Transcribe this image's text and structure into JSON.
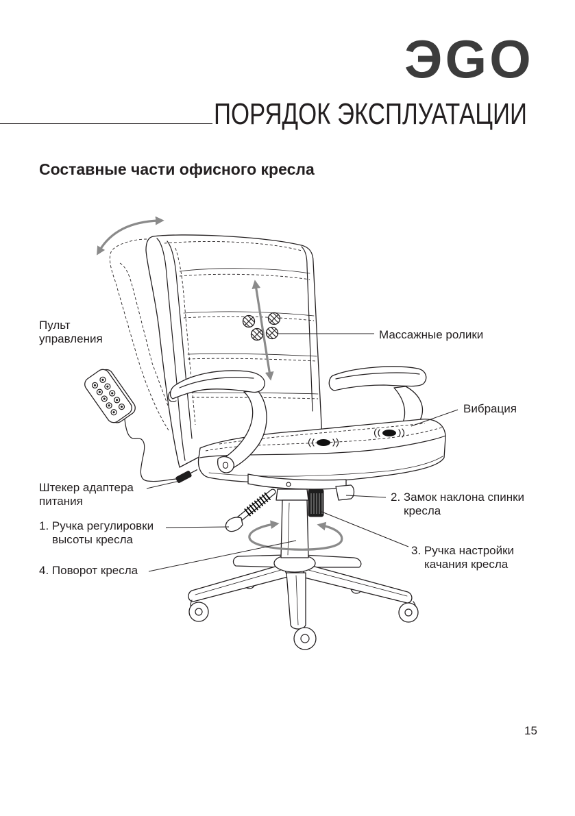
{
  "logo": "ЭGO",
  "title": "ПОРЯДОК ЭКСПЛУАТАЦИИ",
  "section_heading": "Составные части офисного кресла",
  "labels": {
    "remote_control": [
      "Пульт",
      "управления"
    ],
    "massage_rollers": "Массажные ролики",
    "vibration": "Вибрация",
    "power_plug": [
      "Штекер адаптера",
      "питания"
    ],
    "backrest_tilt_lock": [
      "2. Замок наклона спинки",
      "кресла"
    ],
    "height_lever": [
      "1. Ручка регулировки",
      "высоты кресла"
    ],
    "rocking_knob": [
      "3. Ручка настройки",
      "качания кресла"
    ],
    "swivel": "4. Поворот кресла"
  },
  "page_number": "15",
  "colors": {
    "ink": "#231f20",
    "arrow": "#8a8a8a",
    "logo": "#3c3c3c"
  },
  "icons": {
    "remote": "remote-control-icon",
    "roller": "massage-roller-icon",
    "vibration": "vibration-icon"
  }
}
